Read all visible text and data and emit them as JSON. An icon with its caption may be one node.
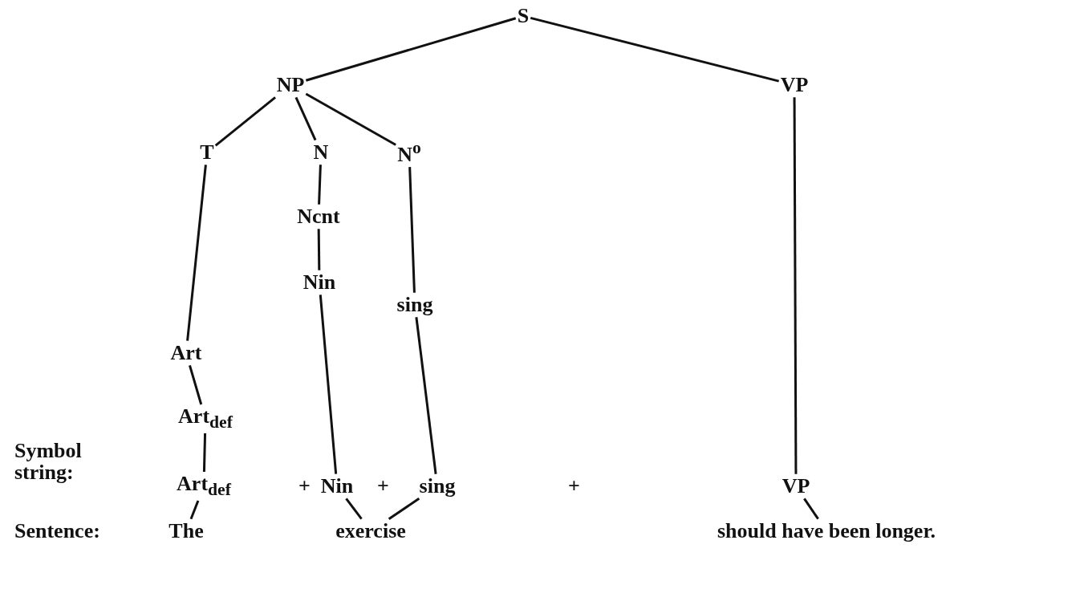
{
  "diagram": {
    "nodes": [
      {
        "text": [
          "S"
        ]
      },
      {
        "text": [
          "NP"
        ]
      },
      {
        "text": [
          "VP"
        ]
      },
      {
        "text": [
          "T"
        ]
      },
      {
        "text": [
          "N"
        ]
      },
      {
        "text": [
          "N$^{o}$"
        ]
      },
      {
        "text": [
          "Ncnt"
        ]
      },
      {
        "text": [
          "Nin"
        ]
      },
      {
        "text": [
          "sing"
        ]
      },
      {
        "text": [
          "Art"
        ]
      },
      {
        "text": [
          "Art$_{def}$"
        ]
      },
      {
        "text": [
          "Art$_{def}$"
        ]
      },
      {
        "text": [
          "Nin"
        ]
      },
      {
        "text": [
          "sing"
        ]
      },
      {
        "text": [
          "VP"
        ]
      },
      {
        "text": [
          "The"
        ]
      },
      {
        "text": [
          "exercise"
        ]
      },
      {
        "text": [
          "should have been longer."
        ]
      }
    ],
    "edges": [
      {
        "from": 0,
        "to": 1,
        "arrow": "none"
      },
      {
        "from": 0,
        "to": 2,
        "arrow": "none"
      },
      {
        "from": 1,
        "to": 3,
        "arrow": "none"
      },
      {
        "from": 1,
        "to": 4,
        "arrow": "none"
      },
      {
        "from": 1,
        "to": 5,
        "arrow": "none"
      },
      {
        "from": 4,
        "to": 6,
        "arrow": "none"
      },
      {
        "from": 6,
        "to": 7,
        "arrow": "none"
      },
      {
        "from": 5,
        "to": 8,
        "arrow": "none"
      },
      {
        "from": 3,
        "to": 9,
        "arrow": "none"
      },
      {
        "from": 9,
        "to": 10,
        "arrow": "none"
      },
      {
        "from": 10,
        "to": 11,
        "arrow": "none"
      },
      {
        "from": 7,
        "to": 12,
        "arrow": "none"
      },
      {
        "from": 8,
        "to": 13,
        "arrow": "none"
      },
      {
        "from": 2,
        "to": 14,
        "arrow": "none"
      },
      {
        "from": 11,
        "to": 15,
        "arrow": "none"
      },
      {
        "from": 12,
        "to": 16,
        "arrow": "none"
      },
      {
        "from": 13,
        "to": 16,
        "arrow": "none"
      },
      {
        "from": 14,
        "to": 17,
        "arrow": "none"
      }
    ],
    "labels": [
      "Symbol string:",
      "+",
      "+",
      "+",
      "Sentence:"
    ]
  }
}
